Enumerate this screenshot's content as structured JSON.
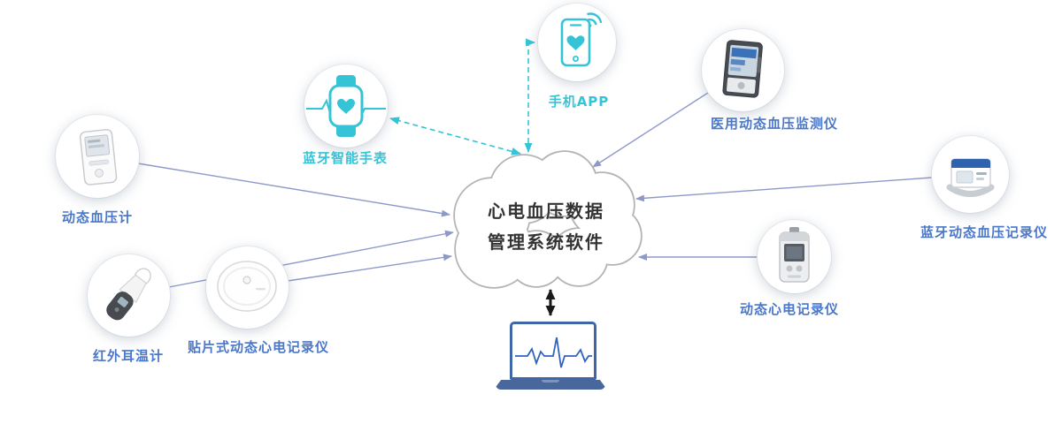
{
  "colors": {
    "cyan_accent": "#35c4d7",
    "label_blue": "#4a77c9",
    "connector_line": "#8d99c9",
    "cloud_border": "#b3b3b3",
    "sync_arrow_black": "#1a1a1a",
    "laptop_blue": "#3e67a8"
  },
  "cloud": {
    "line1": "心电血压数据",
    "line2": "管理系统软件"
  },
  "labels": {
    "phone": "手机APP",
    "watch": "蓝牙智能手表",
    "bp_left": "动态血压计",
    "ear": "红外耳温计",
    "patch": "贴片式动态心电记录仪",
    "monitor": "医用动态血压监测仪",
    "bp_right": "蓝牙动态血压记录仪",
    "holter": "动态心电记录仪"
  },
  "icons": {
    "phone": "smartphone-heart-wifi-icon",
    "watch": "smartwatch-ecg-heart-icon",
    "bp_left": "blood-pressure-monitor-photo",
    "ear": "ear-thermometer-photo",
    "patch": "patch-ecg-recorder-photo",
    "monitor": "vital-signs-monitor-photo",
    "bp_right": "ambulatory-bp-recorder-photo",
    "holter": "holter-ecg-recorder-photo",
    "laptop": "laptop-ecg-software-icon"
  }
}
